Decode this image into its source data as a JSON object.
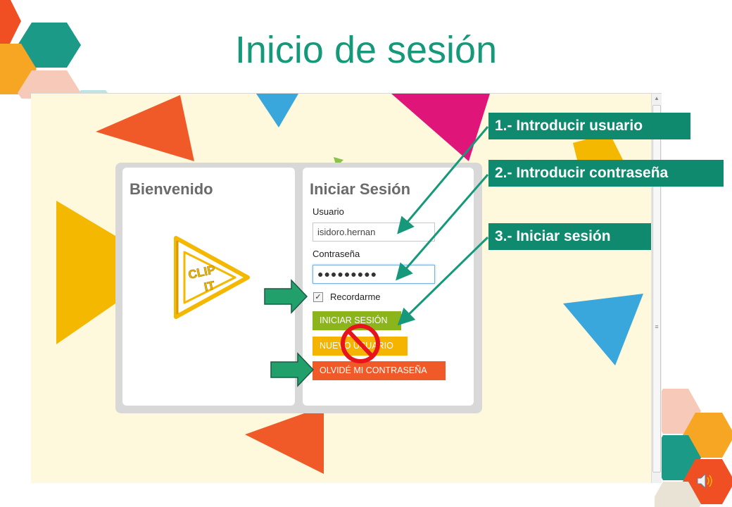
{
  "slide": {
    "title": "Inicio de sesión"
  },
  "login": {
    "welcome_heading": "Bienvenido",
    "signin_heading": "Iniciar Sesión",
    "logo_text_line1": "CLIP",
    "logo_text_line2": "IT",
    "username_label": "Usuario",
    "username_value": "isidoro.hernan",
    "password_label": "Contraseña",
    "password_value": "●●●●●●●●●",
    "remember_label": "Recordarme",
    "remember_checked": true,
    "login_button": "INICIAR SESIÓN",
    "new_user_button": "NUEVO USUARIO",
    "forgot_button": "OLVIDÉ MI CONTRASEÑA"
  },
  "callouts": {
    "step1": "1.- Introducir usuario",
    "step2": "2.- Introducir contraseña",
    "step3": "3.- Iniciar sesión"
  },
  "icons": {
    "no_entry": "prohibited-icon",
    "speaker": "speaker-icon",
    "arrow": "green-arrow-icon"
  },
  "colors": {
    "title_green": "#16987a",
    "callout_green": "#0f8a6e",
    "button_green": "#8bb51b",
    "button_yellow": "#f5b400",
    "button_orange": "#ef5a28",
    "prohibited_red": "#e8141c",
    "page_background": "#fef8dc"
  }
}
